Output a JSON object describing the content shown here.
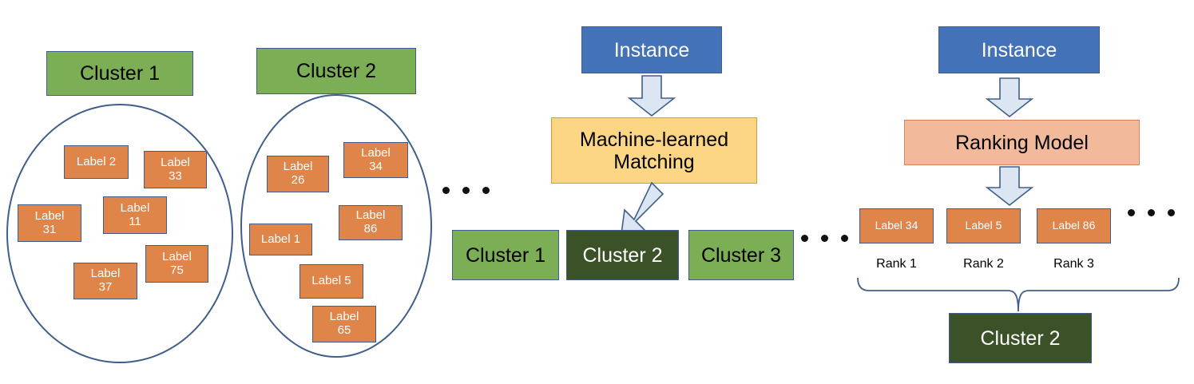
{
  "diagram": {
    "title": "Clustering and ranking label matching pipeline",
    "colors": {
      "green": "#7CAF55",
      "dark_green": "#3B5228",
      "orange": "#E0854A",
      "blue": "#4472B8",
      "yellow": "#FCD585",
      "peach": "#F2B99B",
      "outline": "#3F5E8C",
      "arrow_fill": "#DCE6F2"
    },
    "clusters": [
      {
        "header": "Cluster 1",
        "labels": [
          {
            "text": "Label 2",
            "lines": [
              "Label 2"
            ]
          },
          {
            "text": "Label 33",
            "lines": [
              "Label",
              "33"
            ]
          },
          {
            "text": "Label 31",
            "lines": [
              "Label",
              "31"
            ]
          },
          {
            "text": "Label 11",
            "lines": [
              "Label",
              "11"
            ]
          },
          {
            "text": "Label 75",
            "lines": [
              "Label",
              "75"
            ]
          },
          {
            "text": "Label 37",
            "lines": [
              "Label",
              "37"
            ]
          }
        ]
      },
      {
        "header": "Cluster 2",
        "labels": [
          {
            "text": "Label 26",
            "lines": [
              "Label",
              "26"
            ]
          },
          {
            "text": "Label 34",
            "lines": [
              "Label",
              "34"
            ]
          },
          {
            "text": "Label 1",
            "lines": [
              "Label 1"
            ]
          },
          {
            "text": "Label 86",
            "lines": [
              "Label",
              "86"
            ]
          },
          {
            "text": "Label 5",
            "lines": [
              "Label 5"
            ]
          },
          {
            "text": "Label 65",
            "lines": [
              "Label",
              "65"
            ]
          }
        ]
      }
    ],
    "ellipsis_after_clusters": "• • •",
    "matching": {
      "instance_label": "Instance",
      "model_label_line1": "Machine-learned",
      "model_label_line2": "Matching",
      "cluster_options": [
        "Cluster 1",
        "Cluster 2",
        "Cluster 3"
      ],
      "selected_cluster": "Cluster 2",
      "ellipsis": "• • •"
    },
    "ranking": {
      "instance_label": "Instance",
      "model_label": "Ranking Model",
      "results": [
        {
          "label": "Label 34",
          "rank": "Rank 1"
        },
        {
          "label": "Label 5",
          "rank": "Rank 2"
        },
        {
          "label": "Label 86",
          "rank": "Rank 3"
        }
      ],
      "ellipsis": "• • •",
      "grouped_cluster": "Cluster 2"
    }
  }
}
